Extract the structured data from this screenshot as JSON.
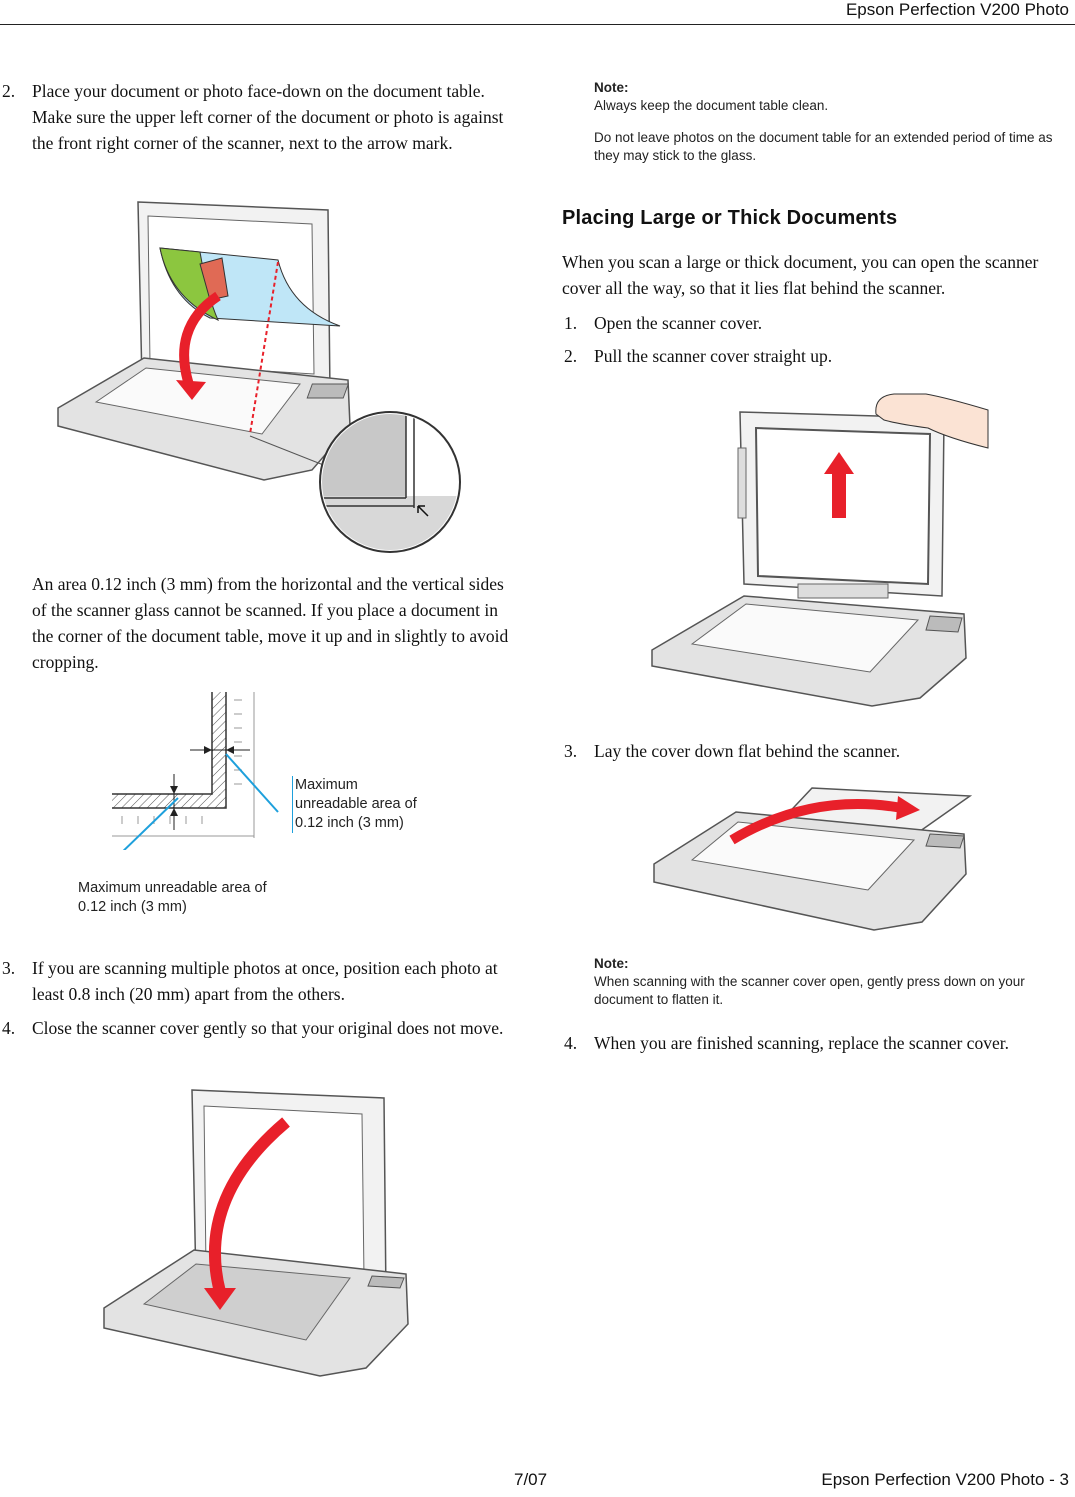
{
  "header": {
    "title": "Epson Perfection V200 Photo"
  },
  "left": {
    "step2": {
      "num": "2.",
      "text": "Place your document or photo face-down on the document table. Make sure the upper left corner of the document or photo is against the front right corner of the scanner, next to the arrow mark."
    },
    "area_para": "An area 0.12 inch (3 mm) from the horizontal and the vertical sides of the scanner glass cannot be scanned. If you place a document in the corner of the document table, move it up and in slightly to avoid cropping.",
    "diagram": {
      "callout_right": [
        "Maximum",
        "unreadable area of",
        "0.12 inch (3 mm)"
      ],
      "callout_bottom": [
        "Maximum unreadable area of",
        "0.12 inch (3 mm)"
      ]
    },
    "step3": {
      "num": "3.",
      "text": "If you are scanning multiple photos at once, position each photo at least 0.8 inch (20 mm) apart from the others."
    },
    "step4": {
      "num": "4.",
      "text": "Close the scanner cover gently so that your original does not move."
    }
  },
  "right": {
    "note1": {
      "label": "Note:",
      "lines": [
        "Always keep the document table clean.",
        "Do not leave photos on the document table for an extended period of time as they may stick to the glass."
      ]
    },
    "heading": "Placing Large or Thick Documents",
    "intro": "When you scan a large or thick document, you can open the scanner cover all the way, so that it lies flat behind the scanner.",
    "step1": {
      "num": "1.",
      "text": "Open the scanner cover."
    },
    "step2": {
      "num": "2.",
      "text": "Pull the scanner cover straight up."
    },
    "step3": {
      "num": "3.",
      "text": "Lay the cover down flat behind the scanner."
    },
    "note2": {
      "label": "Note:",
      "text": "When scanning with the scanner cover open, gently press down on your document to flatten it."
    },
    "step4": {
      "num": "4.",
      "text": "When you are finished scanning, replace the scanner cover."
    }
  },
  "footer": {
    "date": "7/07",
    "page": "Epson Perfection V200 Photo - 3"
  },
  "colors": {
    "arrow_red": "#e8202a",
    "callout_blue": "#1ea0dc",
    "photo_green": "#8cc63f",
    "photo_blue": "#bfe6f7"
  }
}
